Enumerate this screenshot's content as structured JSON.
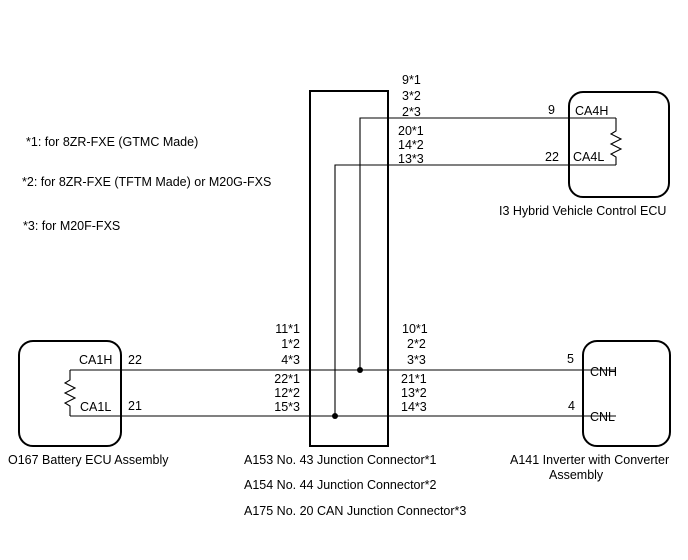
{
  "notes": {
    "note1": "*1: for 8ZR-FXE (GTMC Made)",
    "note2": "*2: for 8ZR-FXE (TFTM Made) or M20G-FXS",
    "note3": "*3: for M20F-FXS"
  },
  "hybrid_ecu": {
    "name": "I3  Hybrid Vehicle Control ECU",
    "pin_high_label": "CA4H",
    "pin_low_label": "CA4L",
    "pin_high_num": "9",
    "pin_low_num": "22"
  },
  "battery_ecu": {
    "name": "O167 Battery ECU Assembly",
    "pin_high_label": "CA1H",
    "pin_low_label": "CA1L",
    "pin_high_num": "22",
    "pin_low_num": "21"
  },
  "inverter": {
    "name_line1": "A141  Inverter with Converter",
    "name_line2": "Assembly",
    "pin_high_label": "CNH",
    "pin_low_label": "CNL",
    "pin_high_num": "5",
    "pin_low_num": "4"
  },
  "junction": {
    "top_pins": [
      "9*1",
      "3*2",
      "2*3",
      "20*1",
      "14*2",
      "13*3"
    ],
    "left_high_pins": [
      "11*1",
      "1*2",
      "4*3"
    ],
    "left_low_pins": [
      "22*1",
      "12*2",
      "15*3"
    ],
    "right_high_pins": [
      "10*1",
      "2*2",
      "3*3"
    ],
    "right_low_pins": [
      "21*1",
      "13*2",
      "14*3"
    ],
    "captions": [
      "A153  No. 43 Junction Connector*1",
      "A154  No. 44 Junction Connector*2",
      "A175  No. 20 CAN Junction Connector*3"
    ]
  }
}
